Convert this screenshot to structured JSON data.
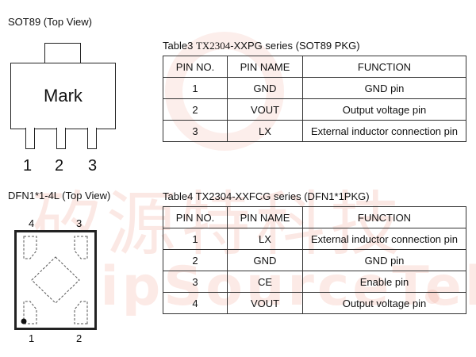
{
  "sot89": {
    "title": "SOT89 (Top View)",
    "mark": "Mark",
    "pins": [
      "1",
      "2",
      "3"
    ]
  },
  "dfn": {
    "title": "DFN1*1-4L (Top View)",
    "pins_top": [
      "4",
      "3"
    ],
    "pins_bottom": [
      "1",
      "2"
    ]
  },
  "table3": {
    "caption_prefix": "Table3",
    "caption_part": "TX2304",
    "caption_suffix": "-XXPG series (SOT89 PKG)",
    "headers": [
      "PIN NO.",
      "PIN NAME",
      "FUNCTION"
    ],
    "rows": [
      [
        "1",
        "GND",
        "GND pin"
      ],
      [
        "2",
        "VOUT",
        "Output voltage pin"
      ],
      [
        "3",
        "LX",
        "External inductor connection pin"
      ]
    ]
  },
  "table4": {
    "caption": "Table4 TX2304-XXFCG series (DFN1*1PKG)",
    "headers": [
      "PIN NO.",
      "PIN NAME",
      "FUNCTION"
    ],
    "rows": [
      [
        "1",
        "LX",
        "External inductor connection pin"
      ],
      [
        "2",
        "GND",
        "GND pin"
      ],
      [
        "3",
        "CE",
        "Enable pin"
      ],
      [
        "4",
        "VOUT",
        "Output voltage pin"
      ]
    ]
  },
  "watermark": {
    "cn": "矽源特科技",
    "en": "ChipSourceTek"
  }
}
